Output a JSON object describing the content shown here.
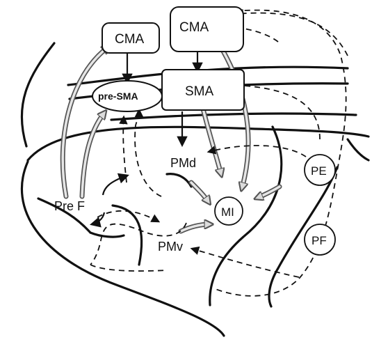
{
  "diagram": {
    "labels": {
      "cma_top": "CMA",
      "cma_left": "CMA",
      "pre_sma": "pre-SMA",
      "sma": "SMA",
      "pmd": "PMd",
      "pmv": "PMv",
      "pref": "Pre F",
      "mi": "MI",
      "pe": "PE",
      "pf": "PF"
    },
    "colors": {
      "ink": "#111111",
      "arrow_gray_outline": "#555555",
      "arrow_gray_fill": "#e6e6e6"
    }
  }
}
